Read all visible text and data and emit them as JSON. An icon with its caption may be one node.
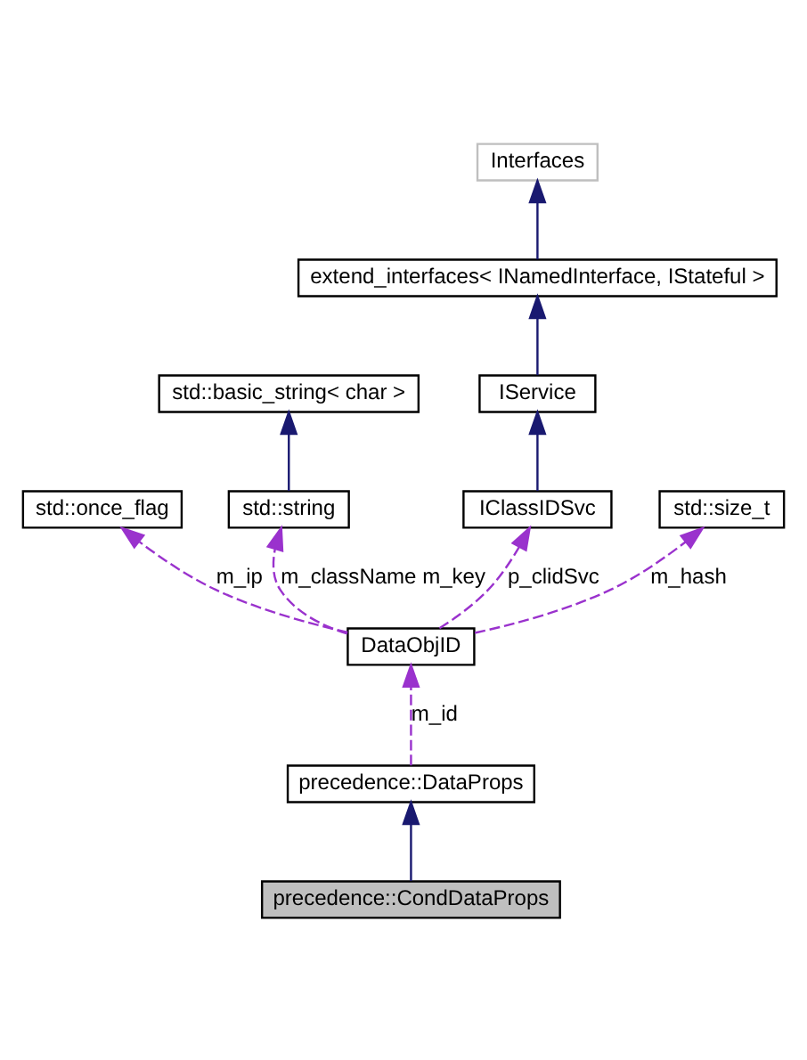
{
  "diagram": {
    "nodes": [
      {
        "text": [
          "Interfaces"
        ]
      },
      {
        "text": [
          "extend_interfaces< INamedInterface, IStateful >"
        ]
      },
      {
        "text": [
          "std::basic_string< char >"
        ]
      },
      {
        "text": [
          "IService"
        ]
      },
      {
        "text": [
          "std::once_flag"
        ]
      },
      {
        "text": [
          "std::string"
        ]
      },
      {
        "text": [
          "IClassIDSvc"
        ]
      },
      {
        "text": [
          "std::size_t"
        ]
      },
      {
        "text": [
          "DataObjID"
        ]
      },
      {
        "text": [
          "precedence::DataProps"
        ]
      },
      {
        "text": [
          "precedence::CondDataProps"
        ]
      }
    ],
    "edges": [
      {
        "from": 1,
        "to": 0,
        "arrow": "to"
      },
      {
        "from": 3,
        "to": 1,
        "arrow": "to"
      },
      {
        "from": 6,
        "to": 3,
        "arrow": "to"
      },
      {
        "from": 5,
        "to": 2,
        "arrow": "to"
      },
      {
        "from": 8,
        "to": 4,
        "arrow": "to",
        "label": "m_ip",
        "style": "dashed",
        "color": "#9a32cd"
      },
      {
        "from": 8,
        "to": 5,
        "arrow": "to",
        "label": "m_className m_key",
        "style": "dashed",
        "color": "#9a32cd"
      },
      {
        "from": 8,
        "to": 6,
        "arrow": "to",
        "label": "p_clidSvc",
        "style": "dashed",
        "color": "#9a32cd"
      },
      {
        "from": 8,
        "to": 7,
        "arrow": "to",
        "label": "m_hash",
        "style": "dashed",
        "color": "#9a32cd"
      },
      {
        "from": 9,
        "to": 8,
        "arrow": "to",
        "label": "m_id",
        "style": "dashed",
        "color": "#9a32cd"
      },
      {
        "from": 10,
        "to": 9,
        "arrow": "to"
      }
    ]
  }
}
